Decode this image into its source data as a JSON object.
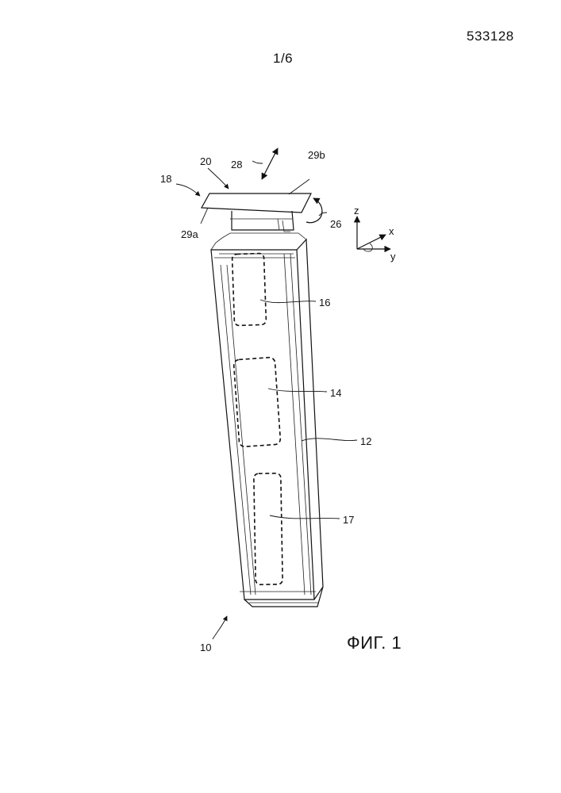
{
  "header": {
    "doc_number": "533128",
    "sheet": "1/6"
  },
  "figure": {
    "caption": "ФИГ. 1"
  },
  "axes": {
    "z": "z",
    "x": "x",
    "y": "y"
  },
  "labels": {
    "device": "10",
    "housing": "12",
    "zone_middle": "14",
    "zone_top": "16",
    "zone_bottom": "17",
    "head": "18",
    "plate": "20",
    "rotation": "26",
    "translation": "28",
    "edge_left": "29a",
    "edge_right": "29b"
  }
}
